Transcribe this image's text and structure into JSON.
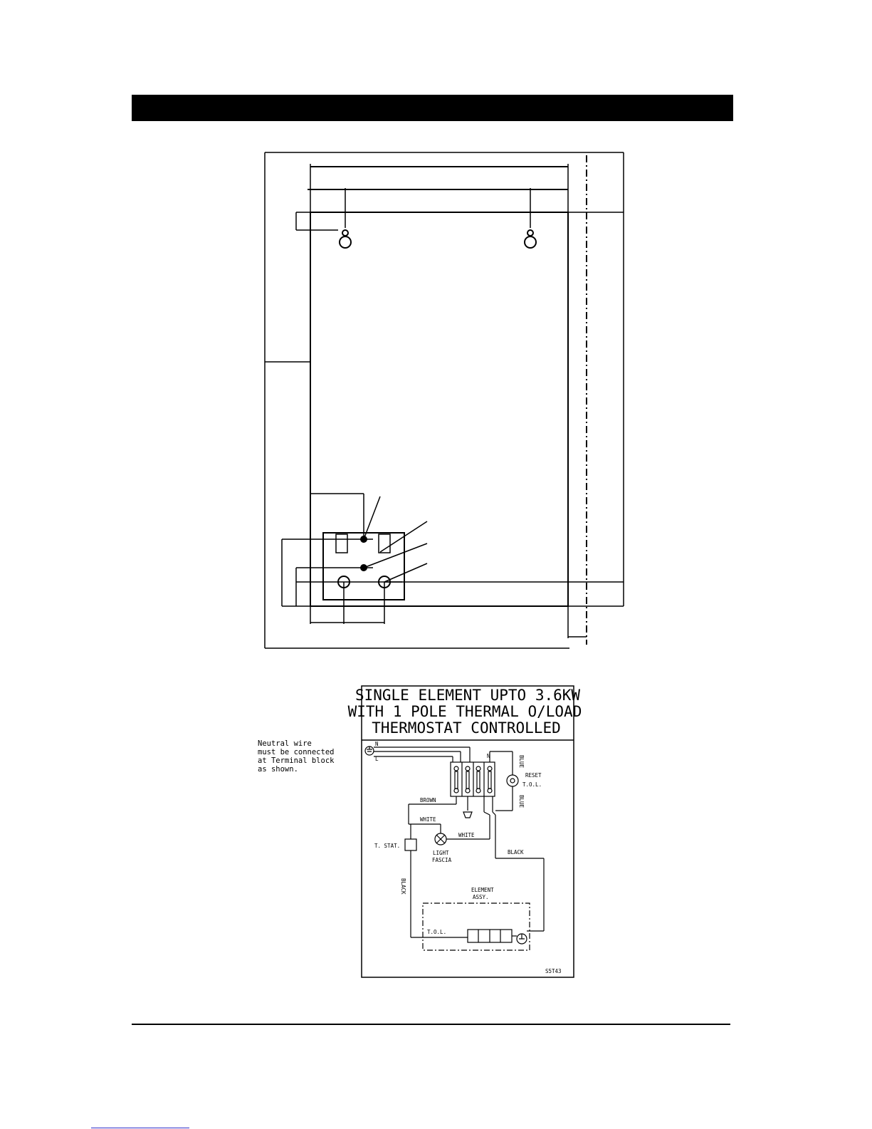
{
  "diagram": {
    "title_lines": [
      "SINGLE ELEMENT UPTO 3.6KW",
      "WITH 1 POLE THERMAL O/LOAD",
      "THERMOSTAT CONTROLLED"
    ],
    "note_lines": [
      "Neutral wire",
      "must be connected",
      "at Terminal block",
      "as shown."
    ],
    "labels": {
      "n_top": "N",
      "l_top": "L",
      "n_block": "N",
      "blue_top": "BLUE",
      "blue_bottom": "BLUE",
      "reset": "RESET",
      "tol_reset": "T.O.L.",
      "brown": "BROWN",
      "white_top": "WHITE",
      "white_right": "WHITE",
      "tstat": "T. STAT.",
      "light_1": "LIGHT",
      "light_2": "FASCIA",
      "black_right": "BLACK",
      "black_left": "BLACK",
      "element_1": "ELEMENT",
      "element_2": "ASSY.",
      "tol_element": "T.O.L.",
      "code": "S5T43"
    }
  }
}
